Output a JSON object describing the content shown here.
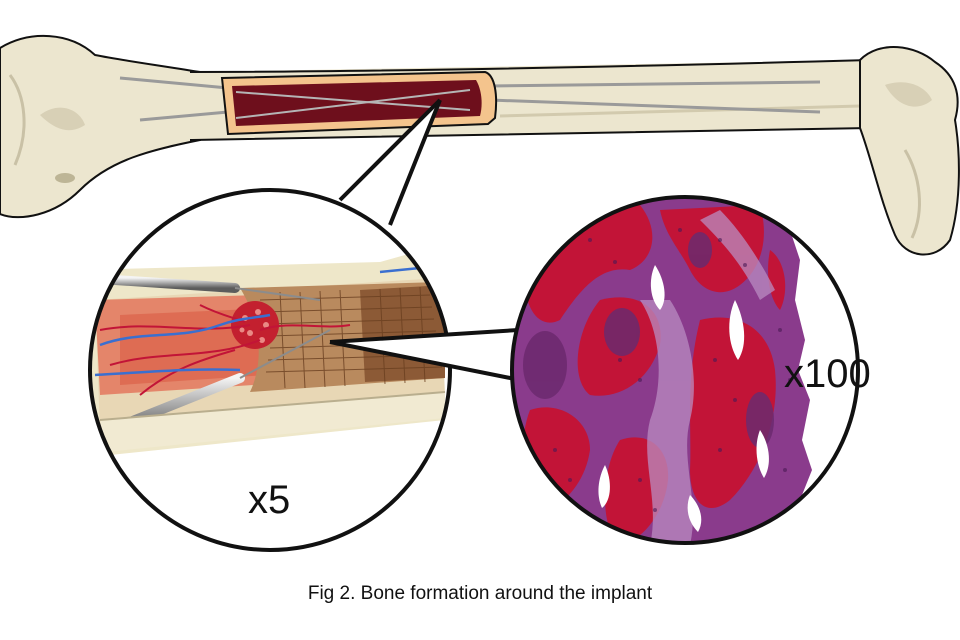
{
  "magnifications": {
    "low": "x5",
    "high": "x100"
  },
  "caption": "Fig 2. Bone formation around the implant",
  "colors": {
    "bone": "#ece6cf",
    "bone_shadow": "#c9c1a6",
    "implant_channel": "#6e0f1c",
    "implant_frame": "#f4c48d",
    "tissue_red": "#c21437",
    "tissue_purple": "#8a3b8c",
    "vessel_blue": "#3a6fd0",
    "outline": "#111111"
  },
  "icons": [
    "magnifier-callout-x5",
    "magnifier-callout-x100",
    "femur-bone",
    "implant-rods"
  ]
}
